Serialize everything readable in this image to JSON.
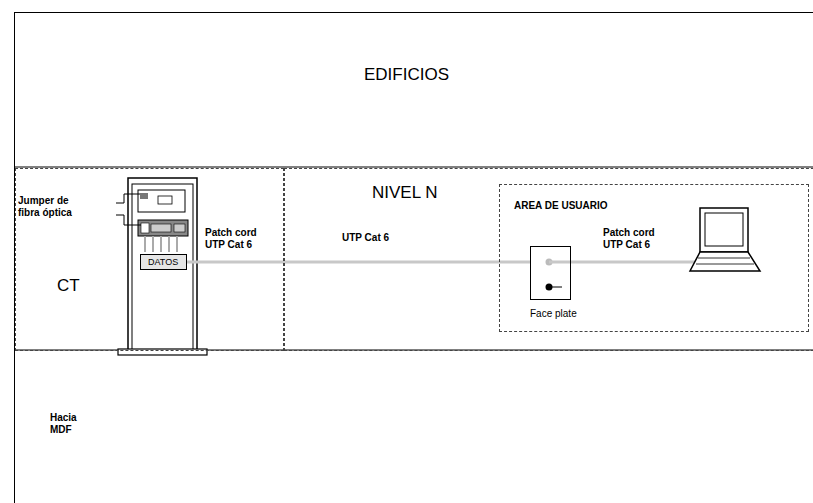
{
  "diagram": {
    "nodes": [
      {
        "text": [
          "EDIFICIOS"
        ]
      },
      {
        "text": [
          "CT"
        ],
        "in": 0
      },
      {
        "text": [
          "NIVEL N"
        ],
        "in": 0
      },
      {
        "text": [
          "AREA DE USUARIO"
        ],
        "in": 2
      },
      {
        "text": [
          "Face plate"
        ],
        "in": 3
      },
      {
        "text": [
          "DATOS"
        ],
        "in": 1
      }
    ],
    "edges": [
      {
        "from": 5,
        "to": 4,
        "label": "UTP Cat 6",
        "arrow": "none"
      }
    ],
    "labels": [
      "Jumper de fibra óptica",
      "Patch cord UTP Cat 6",
      "Patch cord UTP Cat 6",
      "Hacia MDF"
    ]
  }
}
